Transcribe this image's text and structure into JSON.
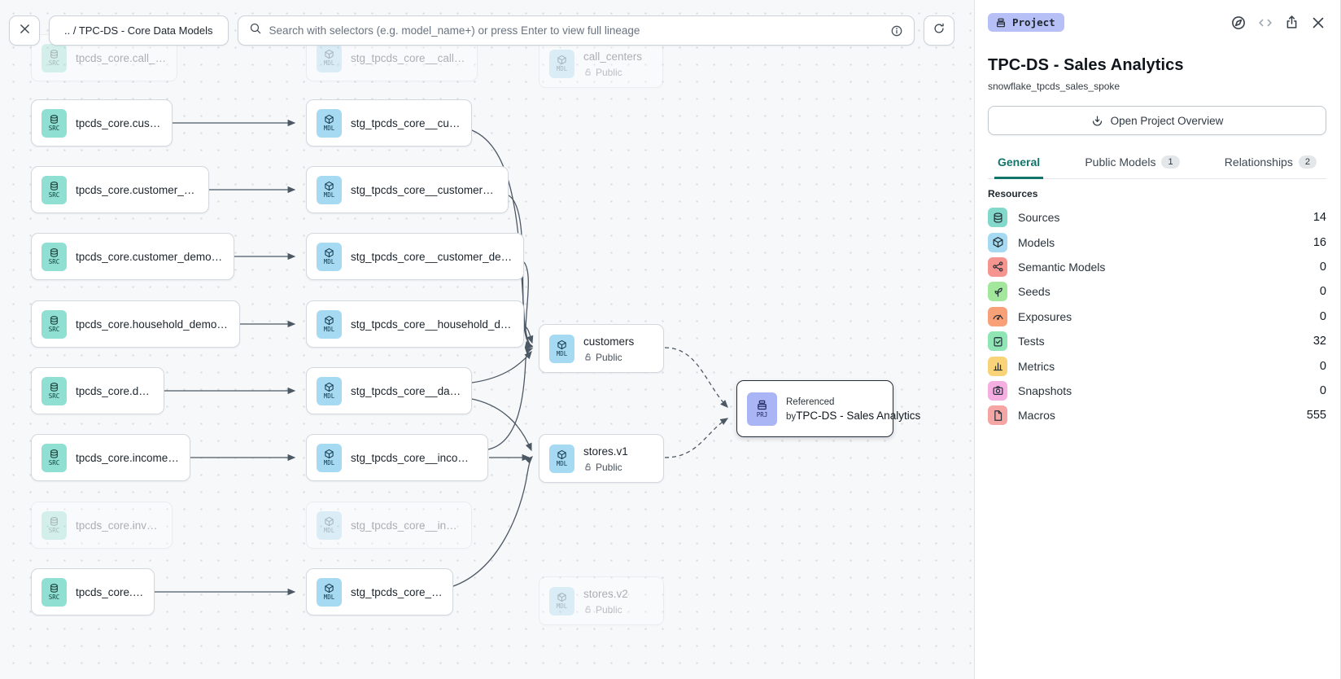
{
  "toolbar": {
    "breadcrumb": ".. / TPC-DS - Core Data Models",
    "search_placeholder": "Search with selectors (e.g. model_name+) or press Enter to view full lineage"
  },
  "graph": {
    "source_rows": [
      {
        "src": "tpcds_core.call_center",
        "mdl": "stg_tpcds_core__call_center",
        "faded": true
      },
      {
        "src": "tpcds_core.customer",
        "mdl": "stg_tpcds_core__customer",
        "faded": false
      },
      {
        "src": "tpcds_core.customer_address",
        "mdl": "stg_tpcds_core__customer_address",
        "faded": false
      },
      {
        "src": "tpcds_core.customer_demographics",
        "mdl": "stg_tpcds_core__customer_demogra…",
        "faded": false
      },
      {
        "src": "tpcds_core.household_demographics",
        "mdl": "stg_tpcds_core__household_demogr…",
        "faded": false
      },
      {
        "src": "tpcds_core.date_dim",
        "mdl": "stg_tpcds_core__date_dim",
        "faded": false
      },
      {
        "src": "tpcds_core.income_band",
        "mdl": "stg_tpcds_core__income_band",
        "faded": false
      },
      {
        "src": "tpcds_core.inventory",
        "mdl": "stg_tpcds_core__inventory",
        "faded": true
      },
      {
        "src": "tpcds_core.store",
        "mdl": "stg_tpcds_core__store",
        "faded": false
      }
    ],
    "badge_labels": {
      "source": "SRC",
      "model": "MDL",
      "project": "PRJ"
    },
    "public_nodes": [
      {
        "name": "call_centers",
        "access": "Public",
        "faded": true
      },
      {
        "name": "customers",
        "access": "Public",
        "faded": false
      },
      {
        "name": "stores.v1",
        "access": "Public",
        "faded": false
      },
      {
        "name": "stores.v2",
        "access": "Public",
        "faded": true
      }
    ],
    "project_node": {
      "kicker": "Referenced by",
      "title": "TPC-DS - Sales Analytics"
    }
  },
  "panel": {
    "badge": "Project",
    "header_icons": [
      "compass-icon",
      "code-icon",
      "export-icon",
      "close-icon"
    ],
    "title": "TPC-DS - Sales Analytics",
    "subtitle": "snowflake_tpcds_sales_spoke",
    "overview_button": "Open Project Overview",
    "tabs": [
      {
        "label": "General",
        "active": true
      },
      {
        "label": "Public Models",
        "badge": "1",
        "active": false
      },
      {
        "label": "Relationships",
        "badge": "2",
        "active": false
      }
    ],
    "resources_heading": "Resources",
    "resources": [
      {
        "label": "Sources",
        "count": "14",
        "icon": "database-icon",
        "color": "#82d9cb"
      },
      {
        "label": "Models",
        "count": "16",
        "icon": "cube-icon",
        "color": "#a6daf2"
      },
      {
        "label": "Semantic Models",
        "count": "0",
        "icon": "semantic-model-icon",
        "color": "#f6958f"
      },
      {
        "label": "Seeds",
        "count": "0",
        "icon": "seed-icon",
        "color": "#a2e79c"
      },
      {
        "label": "Exposures",
        "count": "0",
        "icon": "exposure-icon",
        "color": "#f8a078"
      },
      {
        "label": "Tests",
        "count": "32",
        "icon": "test-icon",
        "color": "#8fe5b4"
      },
      {
        "label": "Metrics",
        "count": "0",
        "icon": "metric-icon",
        "color": "#f8d378"
      },
      {
        "label": "Snapshots",
        "count": "0",
        "icon": "snapshot-icon",
        "color": "#f5ade2"
      },
      {
        "label": "Macros",
        "count": "555",
        "icon": "macro-icon",
        "color": "#f6a5a5"
      }
    ],
    "accent_colors": {
      "active_tab": "#11756c",
      "project_badge": "#b7bff7"
    }
  }
}
